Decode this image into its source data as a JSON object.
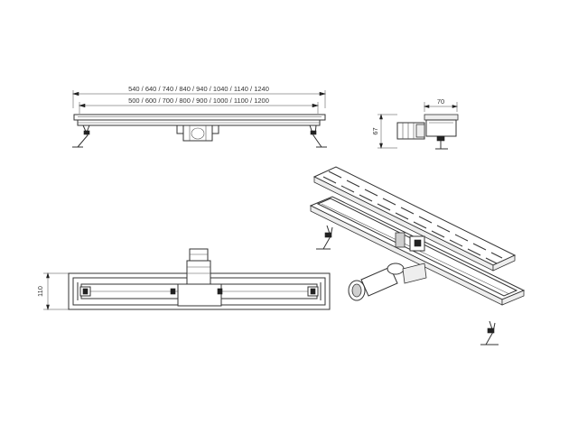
{
  "dimensions": {
    "overall_lengths": "540 / 640 / 740 / 840 / 940 / 1040 / 1140 / 1240",
    "grate_lengths": "500 / 600 / 700 / 800 / 900 / 1000 / 1100 / 1200",
    "side_width": "70",
    "side_height": "67",
    "plan_width": "110"
  },
  "colors": {
    "line": "#333333",
    "background": "#ffffff"
  }
}
